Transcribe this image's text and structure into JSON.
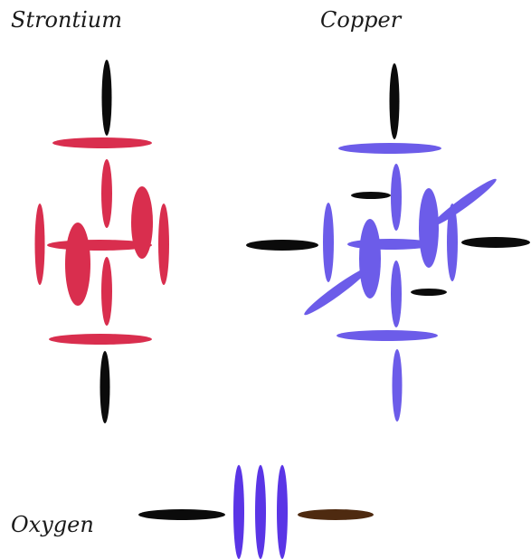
{
  "labels": {
    "strontium": "Strontium",
    "copper": "Copper",
    "oxygen": "Oxygen"
  },
  "colors": {
    "strontium": "#d92e4e",
    "copper": "#6c5ce9",
    "oxygen_bars": "#5a35e6",
    "bond_black": "#0b0b0b",
    "oxygen_brown": "#4e2a10"
  }
}
